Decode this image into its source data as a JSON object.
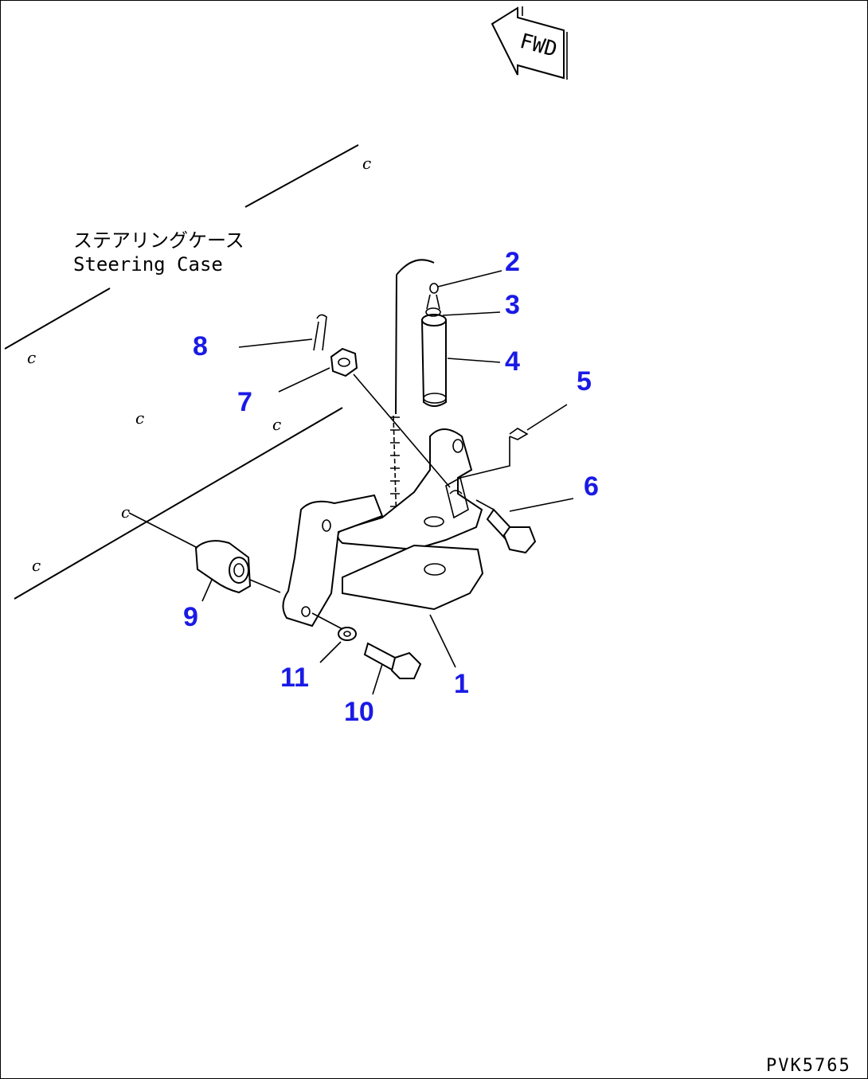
{
  "fwd_label": "FWD",
  "steering_case": {
    "label_jp": "ステアリングケース",
    "label_en": "Steering Case"
  },
  "c_mark": "c",
  "callouts": [
    {
      "num": "1"
    },
    {
      "num": "2"
    },
    {
      "num": "3"
    },
    {
      "num": "4"
    },
    {
      "num": "5"
    },
    {
      "num": "6"
    },
    {
      "num": "7"
    },
    {
      "num": "8"
    },
    {
      "num": "9"
    },
    {
      "num": "10"
    },
    {
      "num": "11"
    }
  ],
  "doc_id": "PVK5765",
  "colors": {
    "callout": "#1a1ae6",
    "line": "#000000"
  }
}
